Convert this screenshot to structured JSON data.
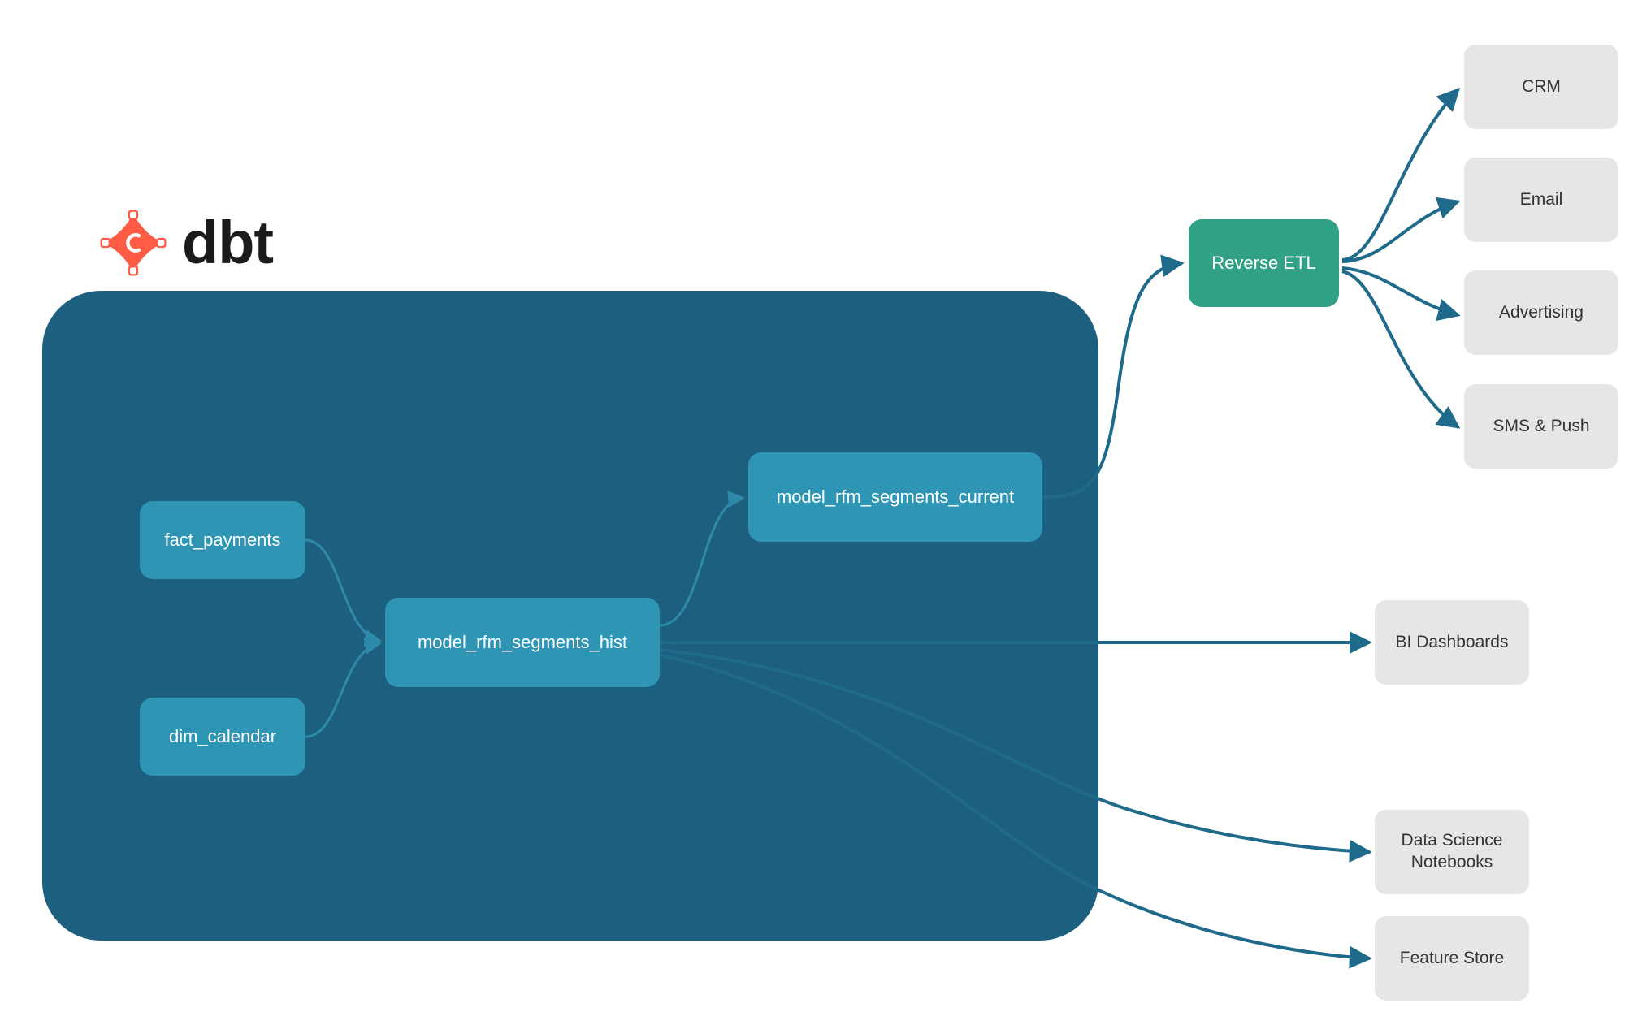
{
  "diagram": {
    "type": "data-pipeline-lineage",
    "background_color": "#FFFFFF",
    "brand": {
      "logo_name": "dbt-logo",
      "wordmark": "dbt",
      "logo_color": "#FF5B45",
      "wordmark_color": "#1B1B1B"
    },
    "container": {
      "name": "dbt-transformation-layer",
      "color": "#1D5F7E"
    },
    "colors": {
      "model_node": "#2F95B5",
      "reverse_etl": "#30A184",
      "destination": "#E6E6E6",
      "edge": "#1F6A8B",
      "inner_edge": "#2E8AAB",
      "node_text": "#FFFFFF",
      "destination_text": "#333333"
    },
    "models": [
      {
        "id": "fact_payments",
        "label": "fact_payments"
      },
      {
        "id": "dim_calendar",
        "label": "dim_calendar"
      },
      {
        "id": "model_rfm_segments_hist",
        "label": "model_rfm_segments_hist"
      },
      {
        "id": "model_rfm_segments_current",
        "label": "model_rfm_segments_current"
      }
    ],
    "reverse_etl": {
      "id": "reverse_etl",
      "label": "Reverse ETL"
    },
    "destinations": [
      {
        "id": "crm",
        "label": "CRM"
      },
      {
        "id": "email",
        "label": "Email"
      },
      {
        "id": "advertising",
        "label": "Advertising"
      },
      {
        "id": "sms_push",
        "label": "SMS & Push"
      },
      {
        "id": "bi_dashboards",
        "label": "BI Dashboards"
      },
      {
        "id": "ds_notebooks_line1",
        "label": "Data Science"
      },
      {
        "id": "ds_notebooks_line2",
        "label": "Notebooks"
      },
      {
        "id": "feature_store",
        "label": "Feature Store"
      }
    ],
    "edges": [
      {
        "from": "fact_payments",
        "to": "model_rfm_segments_hist"
      },
      {
        "from": "dim_calendar",
        "to": "model_rfm_segments_hist"
      },
      {
        "from": "model_rfm_segments_hist",
        "to": "model_rfm_segments_current"
      },
      {
        "from": "model_rfm_segments_current",
        "to": "reverse_etl"
      },
      {
        "from": "reverse_etl",
        "to": "crm"
      },
      {
        "from": "reverse_etl",
        "to": "email"
      },
      {
        "from": "reverse_etl",
        "to": "advertising"
      },
      {
        "from": "reverse_etl",
        "to": "sms_push"
      },
      {
        "from": "model_rfm_segments_hist",
        "to": "bi_dashboards"
      },
      {
        "from": "model_rfm_segments_hist",
        "to": "ds_notebooks"
      },
      {
        "from": "model_rfm_segments_hist",
        "to": "feature_store"
      }
    ]
  }
}
